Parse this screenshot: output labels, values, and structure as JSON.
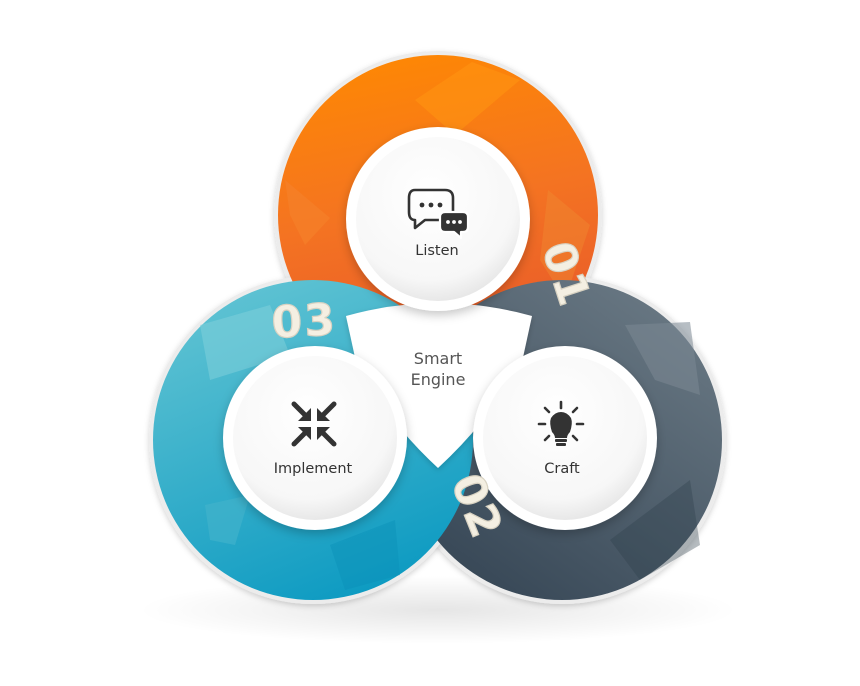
{
  "center": {
    "line1": "Smart",
    "line2": "Engine"
  },
  "steps": [
    {
      "key": "listen",
      "number": "01",
      "label": "Listen",
      "icon": "chat-bubbles-icon",
      "color_light": "#ff9a1a",
      "color_dark": "#ea5b26"
    },
    {
      "key": "craft",
      "number": "02",
      "label": "Craft",
      "icon": "lightbulb-icon",
      "color_light": "#6b7a86",
      "color_dark": "#3b4b59"
    },
    {
      "key": "implement",
      "number": "03",
      "label": "Implement",
      "icon": "arrows-inward-icon",
      "color_light": "#5dc2d2",
      "color_dark": "#0e9cc3"
    }
  ],
  "colors": {
    "icon": "#333333",
    "hub": "#ffffff",
    "number_fill": "#f4efe2"
  }
}
